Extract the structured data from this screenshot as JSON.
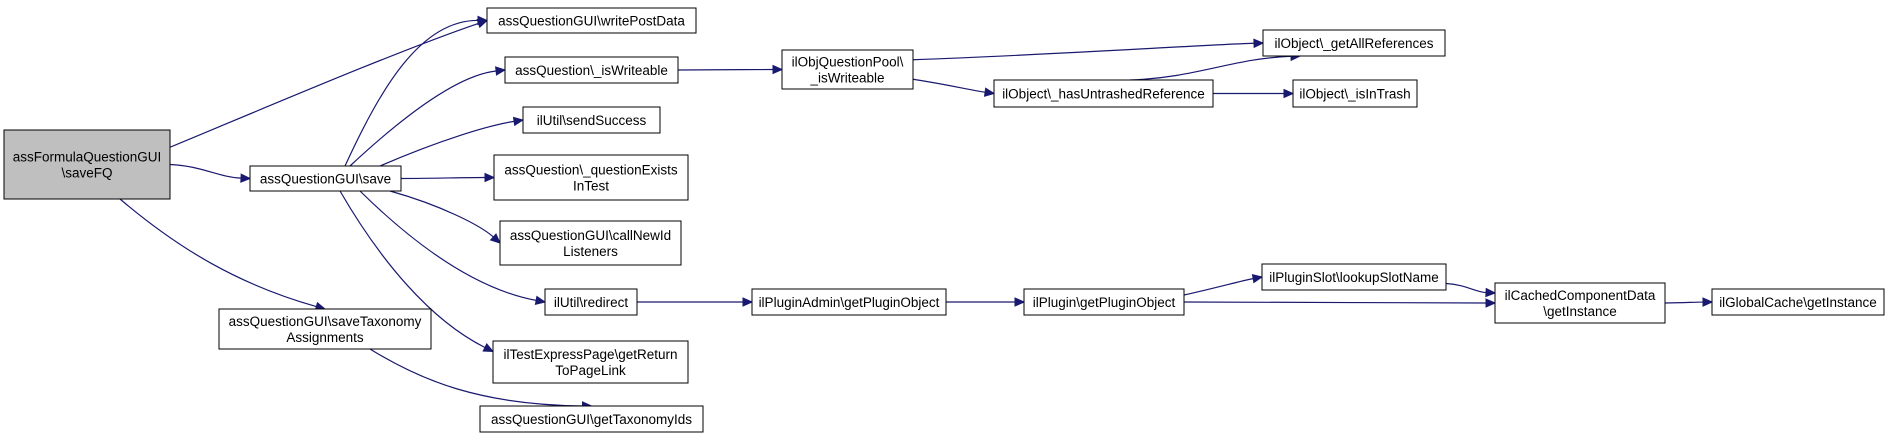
{
  "nodes": [
    {
      "id": "n0",
      "lines": [
        "assFormulaQuestionGUI",
        "\\saveFQ"
      ],
      "root": true
    },
    {
      "id": "n1",
      "lines": [
        "assQuestionGUI\\writePostData"
      ]
    },
    {
      "id": "n2",
      "lines": [
        "assQuestionGUI\\save"
      ]
    },
    {
      "id": "n3",
      "lines": [
        "assQuestionGUI\\saveTaxonomy",
        "Assignments"
      ]
    },
    {
      "id": "n4",
      "lines": [
        "assQuestion\\_isWriteable"
      ]
    },
    {
      "id": "n5",
      "lines": [
        "ilUtil\\sendSuccess"
      ]
    },
    {
      "id": "n6",
      "lines": [
        "assQuestion\\_questionExists",
        "InTest"
      ]
    },
    {
      "id": "n7",
      "lines": [
        "assQuestionGUI\\callNewId",
        "Listeners"
      ]
    },
    {
      "id": "n8",
      "lines": [
        "ilUtil\\redirect"
      ]
    },
    {
      "id": "n9",
      "lines": [
        "ilTestExpressPage\\getReturn",
        "ToPageLink"
      ]
    },
    {
      "id": "n10",
      "lines": [
        "assQuestionGUI\\getTaxonomyIds"
      ]
    },
    {
      "id": "n11",
      "lines": [
        "ilObjQuestionPool\\",
        "_isWriteable"
      ]
    },
    {
      "id": "n12",
      "lines": [
        "ilObject\\_getAllReferences"
      ]
    },
    {
      "id": "n13",
      "lines": [
        "ilObject\\_hasUntrashedReference"
      ]
    },
    {
      "id": "n14",
      "lines": [
        "ilObject\\_isInTrash"
      ]
    },
    {
      "id": "n15",
      "lines": [
        "ilPluginAdmin\\getPluginObject"
      ]
    },
    {
      "id": "n16",
      "lines": [
        "ilPlugin\\getPluginObject"
      ]
    },
    {
      "id": "n17",
      "lines": [
        "ilPluginSlot\\lookupSlotName"
      ]
    },
    {
      "id": "n18",
      "lines": [
        "ilCachedComponentData",
        "\\getInstance"
      ]
    },
    {
      "id": "n19",
      "lines": [
        "ilGlobalCache\\getInstance"
      ]
    }
  ],
  "edges": [
    {
      "from": "n0",
      "to": "n1"
    },
    {
      "from": "n0",
      "to": "n2"
    },
    {
      "from": "n0",
      "to": "n3"
    },
    {
      "from": "n2",
      "to": "n1"
    },
    {
      "from": "n2",
      "to": "n4"
    },
    {
      "from": "n2",
      "to": "n5"
    },
    {
      "from": "n2",
      "to": "n6"
    },
    {
      "from": "n2",
      "to": "n7"
    },
    {
      "from": "n2",
      "to": "n8"
    },
    {
      "from": "n2",
      "to": "n9"
    },
    {
      "from": "n3",
      "to": "n10"
    },
    {
      "from": "n4",
      "to": "n11"
    },
    {
      "from": "n11",
      "to": "n12"
    },
    {
      "from": "n11",
      "to": "n13"
    },
    {
      "from": "n13",
      "to": "n12"
    },
    {
      "from": "n13",
      "to": "n14"
    },
    {
      "from": "n8",
      "to": "n15"
    },
    {
      "from": "n15",
      "to": "n16"
    },
    {
      "from": "n16",
      "to": "n17"
    },
    {
      "from": "n16",
      "to": "n18"
    },
    {
      "from": "n17",
      "to": "n18"
    },
    {
      "from": "n18",
      "to": "n19"
    }
  ],
  "colors": {
    "edge": "#191970",
    "root_fill": "#bfbfbf",
    "node_fill": "#ffffff",
    "node_border": "#000000"
  }
}
